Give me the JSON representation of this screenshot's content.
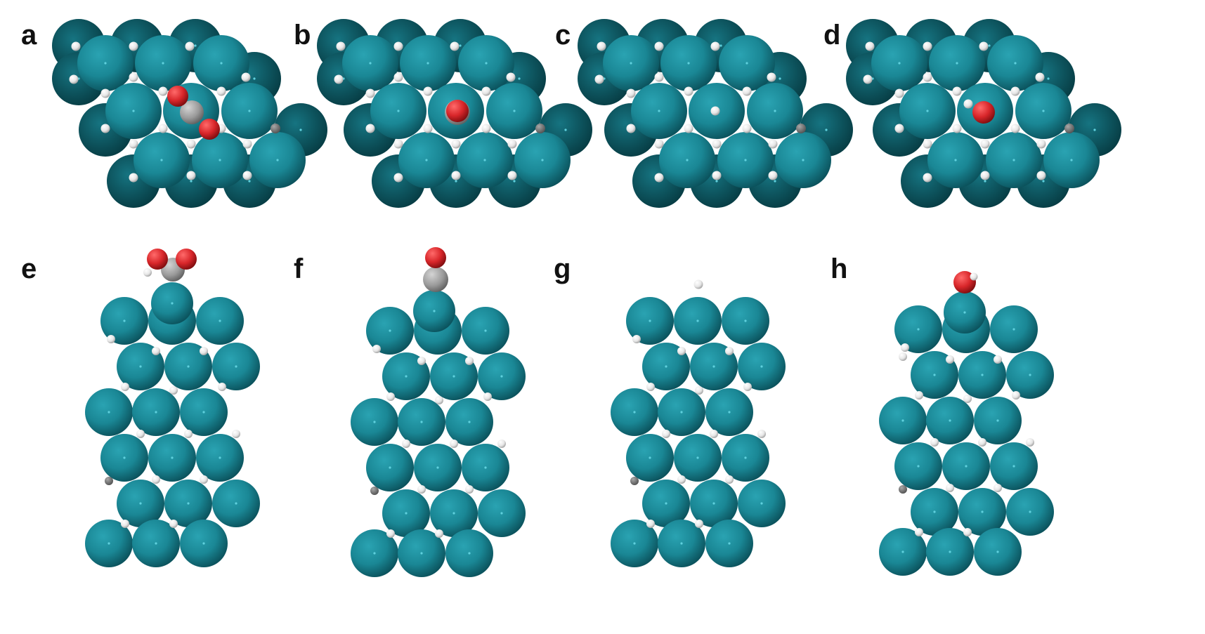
{
  "figure": {
    "panels": [
      {
        "label": "a",
        "view": "top",
        "adsorbate": "CO2"
      },
      {
        "label": "b",
        "view": "top",
        "adsorbate": "CO"
      },
      {
        "label": "c",
        "view": "top",
        "adsorbate": "H"
      },
      {
        "label": "d",
        "view": "top",
        "adsorbate": "OH"
      },
      {
        "label": "e",
        "view": "side",
        "adsorbate": "COOH"
      },
      {
        "label": "f",
        "view": "side",
        "adsorbate": "CO"
      },
      {
        "label": "g",
        "view": "side",
        "adsorbate": "H"
      },
      {
        "label": "h",
        "view": "side",
        "adsorbate": "OH"
      }
    ]
  },
  "colors": {
    "metal": "#1b8a98",
    "metal_dark": "#0b5560",
    "hydrogen": "#f2f2f2",
    "carbon": "#9a9a9a",
    "oxygen": "#d8262a"
  }
}
